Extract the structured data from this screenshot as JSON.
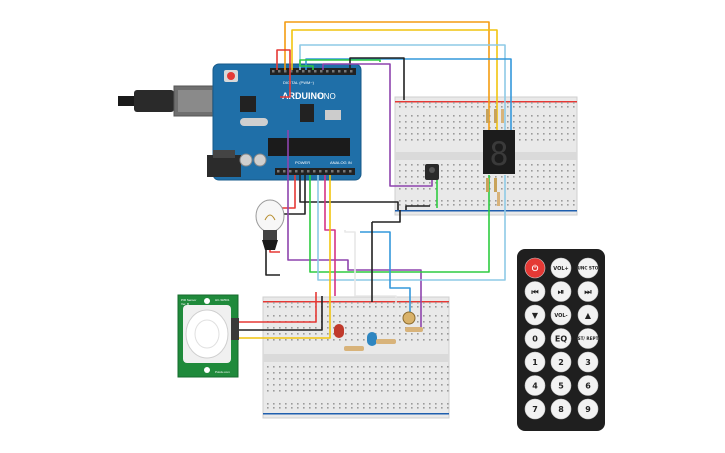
{
  "board": {
    "brand": "ARDUINO",
    "model": "UNO",
    "pin_header_label": "DIGITAL (PWM~)",
    "power_label": "POWER",
    "analog_label": "ANALOG IN"
  },
  "pir": {
    "title": "PIR Sensor",
    "subtitle": "Ver. B",
    "right_label": "HC-SR501",
    "bottom_label": "Pololu.com"
  },
  "seven_segment": {
    "digit": "8"
  },
  "remote": {
    "buttons": [
      "⏻",
      "VOL+",
      "FUNC STOP",
      "⏮",
      "⏯",
      "⏭",
      "▼",
      "VOL-",
      "▲",
      "0",
      "EQ",
      "ST/ REPT",
      "1",
      "2",
      "3",
      "4",
      "5",
      "6",
      "7",
      "8",
      "9"
    ],
    "accent": "#e53935",
    "body_color": "#1f1f1f",
    "button_color": "#f2f2f2"
  },
  "wire_colors": {
    "red": "#e53935",
    "orange": "#f39c12",
    "yellow": "#f1c40f",
    "green": "#2ecc40",
    "blue": "#3498db",
    "light_blue": "#8ecae6",
    "purple": "#8e44ad",
    "magenta": "#d63384",
    "black": "#222222",
    "white": "#e8e8e8"
  }
}
